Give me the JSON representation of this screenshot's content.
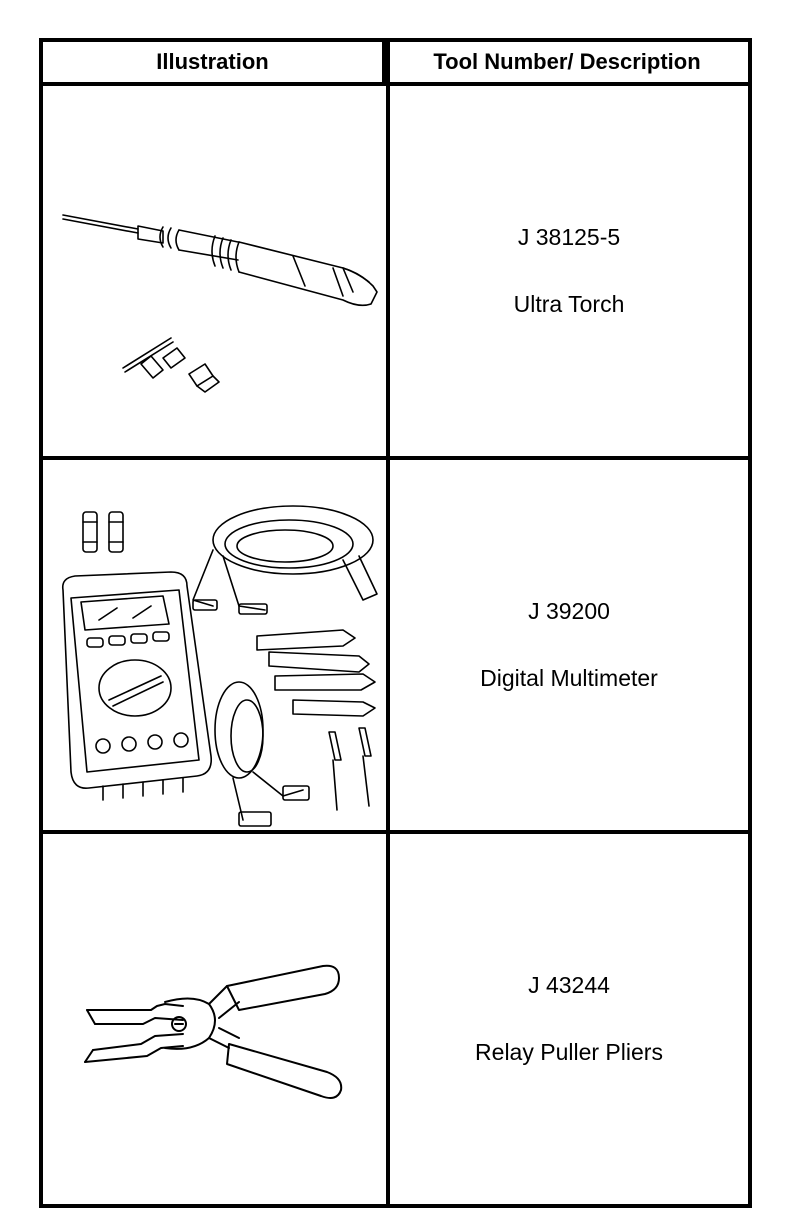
{
  "table": {
    "header": {
      "illustration": "Illustration",
      "description": "Tool Number/ Description"
    },
    "rows": [
      {
        "tool_number": "J 38125-5",
        "description": "Ultra Torch",
        "icon": "ultra-torch-illustration"
      },
      {
        "tool_number": "J 39200",
        "description": "Digital Multimeter",
        "icon": "digital-multimeter-illustration"
      },
      {
        "tool_number": "J 43244",
        "description": "Relay Puller Pliers",
        "icon": "relay-puller-pliers-illustration"
      }
    ]
  }
}
